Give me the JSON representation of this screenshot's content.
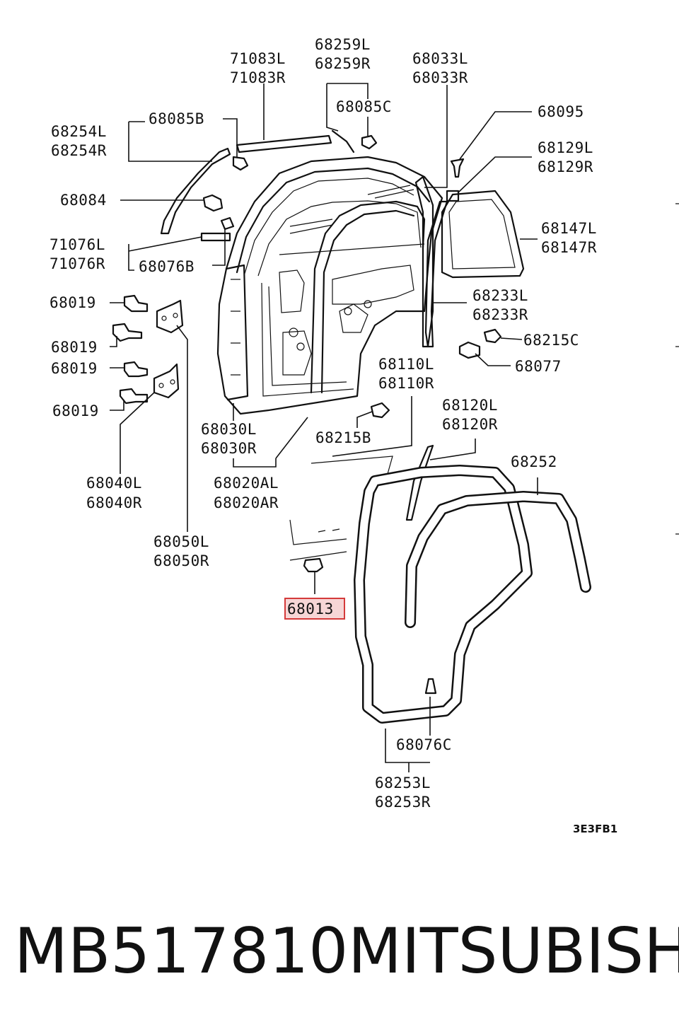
{
  "labels": {
    "p71083": [
      "71083L",
      "71083R"
    ],
    "p68259": [
      "68259L",
      "68259R"
    ],
    "p68033": [
      "68033L",
      "68033R"
    ],
    "p68085C": "68085C",
    "p68095": "68095",
    "p68254": [
      "68254L",
      "68254R"
    ],
    "p68085B": "68085B",
    "p68129": [
      "68129L",
      "68129R"
    ],
    "p68084": "68084",
    "p68147": [
      "68147L",
      "68147R"
    ],
    "p71076": [
      "71076L",
      "71076R"
    ],
    "p68076B": "68076B",
    "p68019": "68019",
    "p68233": [
      "68233L",
      "68233R"
    ],
    "p68215C": "68215C",
    "p68077": "68077",
    "p68110": [
      "68110L",
      "68110R"
    ],
    "p68120": [
      "68120L",
      "68120R"
    ],
    "p68030": [
      "68030L",
      "68030R"
    ],
    "p68215B": "68215B",
    "p68252": "68252",
    "p68040": [
      "68040L",
      "68040R"
    ],
    "p68020": [
      "68020AL",
      "68020AR"
    ],
    "p68050": [
      "68050L",
      "68050R"
    ],
    "p68013": "68013",
    "p68076C": "68076C",
    "p68253": [
      "68253L",
      "68253R"
    ]
  },
  "diagram_code": "3E3FB1",
  "highlight_color": "#d43a3a",
  "caption": {
    "part_number": "MB517810",
    "brand": "MITSUBISHI"
  }
}
